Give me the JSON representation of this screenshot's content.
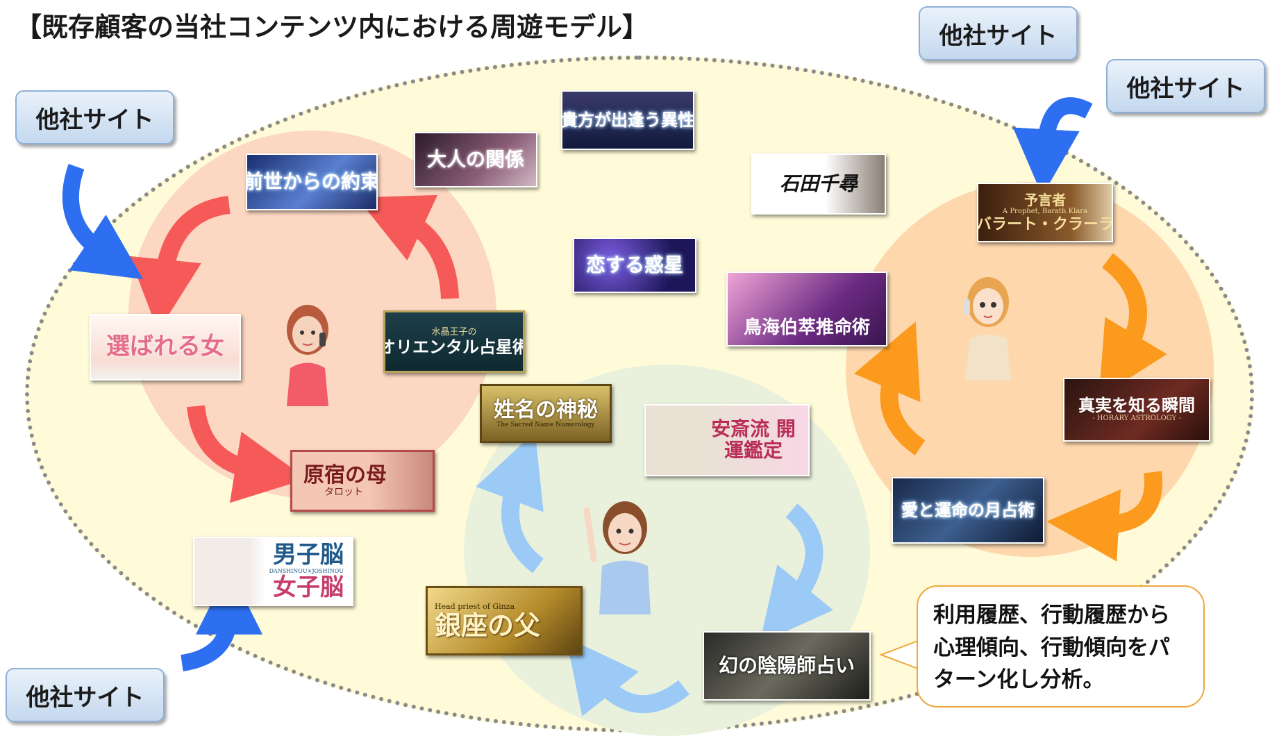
{
  "title": "【既存顧客の当社コンテンツ内における周遊モデル】",
  "external_site_label": "他社サイト",
  "banners": {
    "zense": {
      "text": "前世からの約束"
    },
    "otona": {
      "text": "大人の関係"
    },
    "anata": {
      "text": "貴方が出逢う異性"
    },
    "ishida": {
      "text": "石田千尋"
    },
    "koisuru": {
      "text": "恋する惑星"
    },
    "yogensha": {
      "top": "予言者",
      "sub": "A Prophet, Barath Klara",
      "text": "バラート・クラーラ"
    },
    "erabareru": {
      "text": "選ばれる女"
    },
    "oriental": {
      "sub": "水晶王子の",
      "text": "オリエンタル占星術"
    },
    "chokai": {
      "text": "鳥海伯萃推命術"
    },
    "seimei": {
      "text": "姓名の神秘",
      "sub": "The Sacred Name Numerology"
    },
    "yasusai": {
      "text": "安斎流 開運鑑定"
    },
    "shinjitsu": {
      "text": "真実を知る瞬間",
      "sub": "- HORARY ASTROLOGY -"
    },
    "harajuku": {
      "text": "原宿の母",
      "sub": "タロット"
    },
    "ai_unmei": {
      "text": "愛と運命の月占術"
    },
    "danshi": {
      "top": "男子脳",
      "sub": "DANSHINOU×JOSHINOU",
      "text": "女子脳"
    },
    "ginza": {
      "sub": "Head priest of Ginza",
      "text": "銀座の父"
    },
    "maboroshi": {
      "text": "幻の陰陽師占い"
    }
  },
  "note_text": "利用履歴、行動履歴から心理傾向、行動傾向をパターン化し分析。",
  "colors": {
    "red_arrow": "#f65a58",
    "blue_arrow": "#2d6ff0",
    "light_blue_arrow": "#9ccaf7",
    "orange_arrow": "#fb9a1c",
    "ellipse_fill": "#fffbd8",
    "note_border": "#f0a63a"
  },
  "icons": [
    "woman-phone-icon",
    "woman-pointing-icon",
    "woman-phone-blonde-icon"
  ]
}
